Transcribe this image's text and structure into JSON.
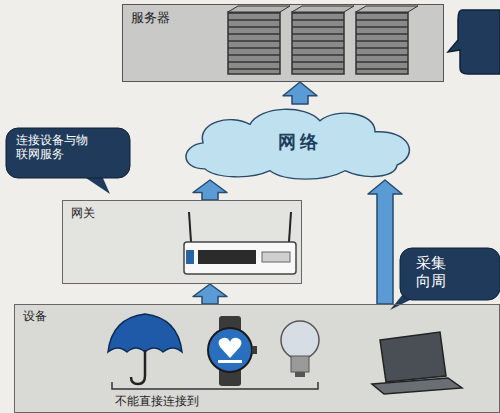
{
  "diagram": {
    "nodes": [
      {
        "text": [
          "服务器"
        ]
      },
      {
        "text": [
          "连接设备与物联网服务"
        ]
      },
      {
        "text": [
          "网络"
        ]
      },
      {
        "text": [
          "网关"
        ]
      },
      {
        "text": [
          "采集 向周"
        ]
      },
      {
        "text": [
          "设备"
        ]
      }
    ],
    "edges": [
      {
        "from": 5,
        "to": 3,
        "arrow": "to"
      },
      {
        "from": 5,
        "to": 2,
        "arrow": "to"
      },
      {
        "from": 3,
        "to": 2,
        "arrow": "to"
      },
      {
        "from": 2,
        "to": 0,
        "arrow": "to"
      }
    ],
    "labels": [
      "不能直接连接到"
    ]
  }
}
